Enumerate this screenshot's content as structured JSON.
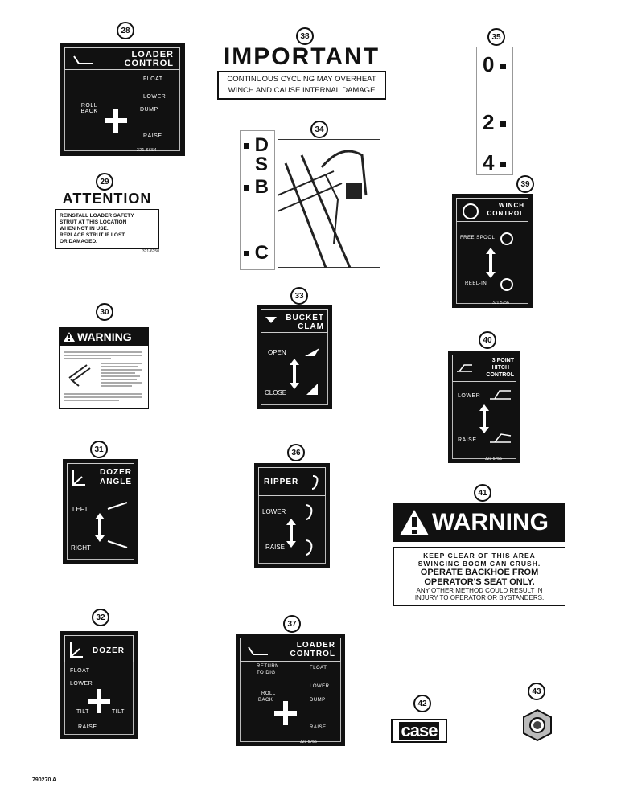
{
  "callouts": {
    "c28": "28",
    "c29": "29",
    "c30": "30",
    "c31": "31",
    "c32": "32",
    "c33": "33",
    "c34": "34",
    "c35": "35",
    "c36": "36",
    "c37": "37",
    "c38": "38",
    "c39": "39",
    "c40": "40",
    "c41": "41",
    "c42": "42",
    "c43": "43"
  },
  "decal28": {
    "title1": "LOADER",
    "title2": "CONTROL",
    "float": "FLOAT",
    "lower": "LOWER",
    "roll_back": "ROLL BACK",
    "dump": "DUMP",
    "raise": "RAISE",
    "code": "321 6654"
  },
  "decal29": {
    "title": "ATTENTION",
    "line1": "REINSTALL LOADER SAFETY",
    "line2": "STRUT AT THIS LOCATION",
    "line3": "WHEN NOT IN USE.",
    "line4": "REPLACE STRUT IF LOST",
    "line5": "OR DAMAGED.",
    "code": "321-6250"
  },
  "decal30": {
    "title": "WARNING"
  },
  "decal31": {
    "title1": "DOZER",
    "title2": "ANGLE",
    "left": "LEFT",
    "right": "RIGHT"
  },
  "decal32": {
    "title": "DOZER",
    "float": "FLOAT",
    "lower": "LOWER",
    "tilt_l": "TILT",
    "tilt_r": "TILT",
    "raise": "RAISE"
  },
  "decal33": {
    "title1": "BUCKET",
    "title2": "CLAM",
    "open": "OPEN",
    "close": "CLOSE"
  },
  "decal34": {
    "d": "D",
    "s": "S",
    "b": "B",
    "c": "C"
  },
  "decal35": {
    "n0": "0",
    "n2": "2",
    "n4": "4"
  },
  "decal36": {
    "title": "RIPPER",
    "lower": "LOWER",
    "raise": "RAISE"
  },
  "decal37": {
    "title1": "LOADER",
    "title2": "CONTROL",
    "return1": "RETURN",
    "return2": "TO DIG",
    "float": "FLOAT",
    "lower": "LOWER",
    "roll_back": "ROLL BACK",
    "dump": "DUMP",
    "raise": "RAISE",
    "code": "321 5755"
  },
  "decal38": {
    "title": "IMPORTANT",
    "line1": "CONTINUOUS CYCLING MAY OVERHEAT",
    "line2": "WINCH AND CAUSE INTERNAL DAMAGE"
  },
  "decal39": {
    "title1": "WINCH",
    "title2": "CONTROL",
    "free_spool": "FREE SPOOL",
    "reel_in": "REEL-IN",
    "code": "321 5756"
  },
  "decal40": {
    "title1": "3 POINT",
    "title2": "HITCH",
    "title3": "CONTROL",
    "lower": "LOWER",
    "raise": "RAISE",
    "code": "321 5755"
  },
  "decal41": {
    "title": "WARNING",
    "line1": "KEEP CLEAR OF THIS AREA",
    "line2": "SWINGING BOOM CAN CRUSH.",
    "line3": "OPERATE BACKHOE FROM",
    "line4": "OPERATOR'S SEAT ONLY.",
    "line5": "ANY OTHER METHOD COULD RESULT IN",
    "line6": "INJURY TO OPERATOR OR BYSTANDERS."
  },
  "decal42": {
    "logo": "case"
  },
  "footer": {
    "ref": "790270 A"
  }
}
